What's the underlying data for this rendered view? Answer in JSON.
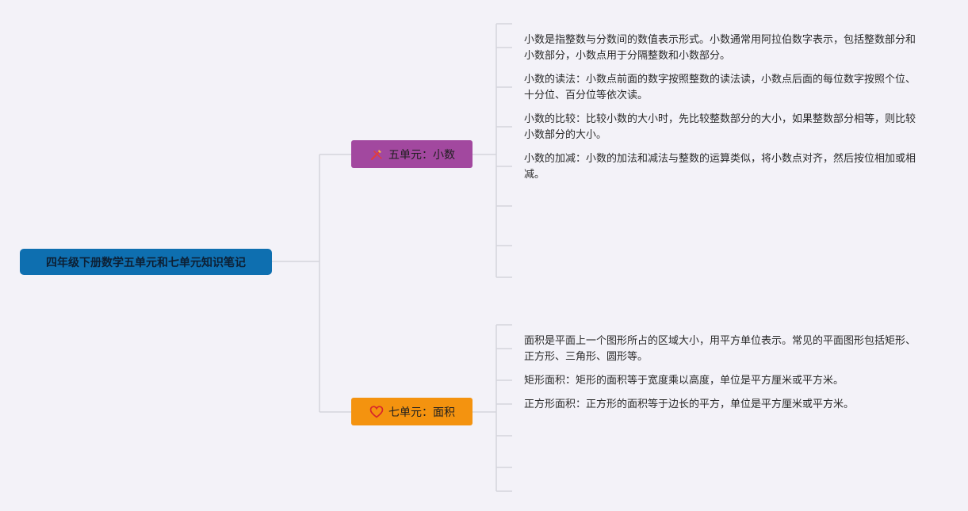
{
  "root": {
    "title": "四年级下册数学五单元和七单元知识笔记"
  },
  "branches": [
    {
      "label": "五单元：小数",
      "icon": "pencil-ruler-icon",
      "color": "#a2489f",
      "notes": [
        "小数是指整数与分数间的数值表示形式。小数通常用阿拉伯数字表示，包括整数部分和小数部分，小数点用于分隔整数和小数部分。",
        "小数的读法：小数点前面的数字按照整数的读法读，小数点后面的每位数字按照个位、十分位、百分位等依次读。",
        "小数的比较：比较小数的大小时，先比较整数部分的大小，如果整数部分相等，则比较小数部分的大小。",
        "小数的加减：小数的加法和减法与整数的运算类似，将小数点对齐，然后按位相加或相减。"
      ]
    },
    {
      "label": "七单元：面积",
      "icon": "heart-icon",
      "color": "#f4930f",
      "notes": [
        "面积是平面上一个图形所占的区域大小，用平方单位表示。常见的平面图形包括矩形、正方形、三角形、圆形等。",
        "矩形面积：矩形的面积等于宽度乘以高度，单位是平方厘米或平方米。",
        "正方形面积：正方形的面积等于边长的平方，单位是平方厘米或平方米。"
      ]
    }
  ]
}
